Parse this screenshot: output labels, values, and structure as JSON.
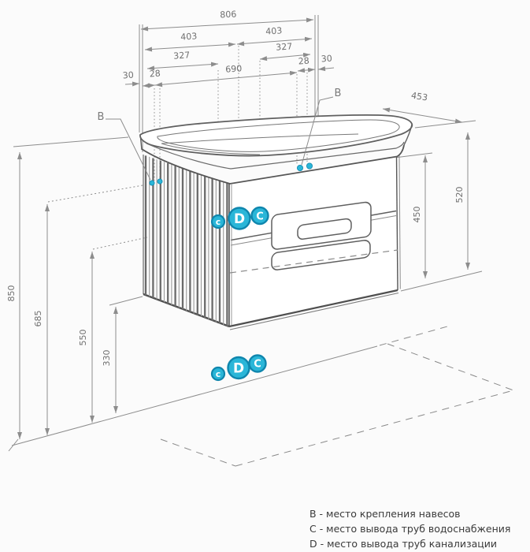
{
  "colors": {
    "accent": "#2ab6d8",
    "accent_dark": "#0f86ad",
    "line": "#8d8d8d",
    "dark_line": "#5a5a5a",
    "dim_text": "#6f6f6f",
    "legend_text": "#3a3a3a",
    "background": "#fbfbfb"
  },
  "dims": {
    "top": {
      "total": "806",
      "half_left": "403",
      "half_right": "403",
      "inner_left": "327",
      "inner_right": "327",
      "mount_span": "690",
      "offset_left": "28",
      "offset_right": "28",
      "edge_left": "30",
      "edge_right": "30"
    },
    "right": {
      "depth": "453",
      "drawer_zone": "450",
      "cabinet_height": "520"
    },
    "left": {
      "total_height": "850",
      "mount_height": "685",
      "pipe_height": "550",
      "bottom_clearance": "330"
    }
  },
  "markers": {
    "b_left": "B",
    "b_right": "B",
    "cabinet_points": [
      "c",
      "D",
      "C"
    ],
    "floor_points": [
      "c",
      "D",
      "C"
    ]
  },
  "legend": {
    "items": [
      {
        "text": "B - место крепления навесов"
      },
      {
        "text": "C - место вывода труб водоснабжения"
      },
      {
        "text": "D - место вывода труб канализации"
      }
    ]
  }
}
